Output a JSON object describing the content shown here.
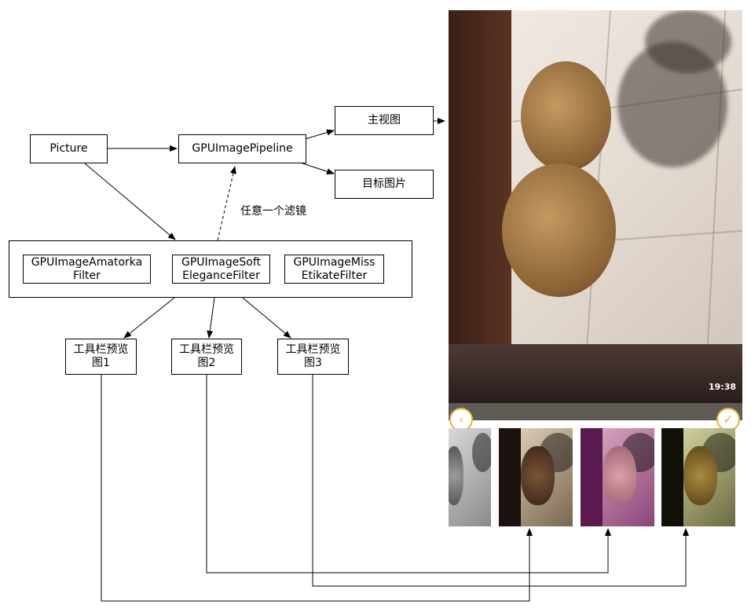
{
  "diagram": {
    "nodes": {
      "picture": "Picture",
      "pipeline": "GPUImagePipeline",
      "main_view": "主视图",
      "target_image": "目标图片",
      "filter_amatorka": "GPUImageAmatorka\nFilter",
      "filter_soft": "GPUImageSoft\nEleganceFilter",
      "filter_miss": "GPUImageMiss\nEtikateFilter",
      "preview1": "工具栏预览\n图1",
      "preview2": "工具栏预览\n图2",
      "preview3": "工具栏预览\n图3"
    },
    "edge_labels": {
      "any_filter": "任意一个滤镜"
    }
  },
  "phone": {
    "status_time": "19:38",
    "back_icon": "back-circle-icon",
    "confirm_icon": "check-circle-icon",
    "accent_color": "#e8b430",
    "thumbnails": [
      "grayscale",
      "dark-warm",
      "magenta",
      "dark-yellow"
    ]
  }
}
